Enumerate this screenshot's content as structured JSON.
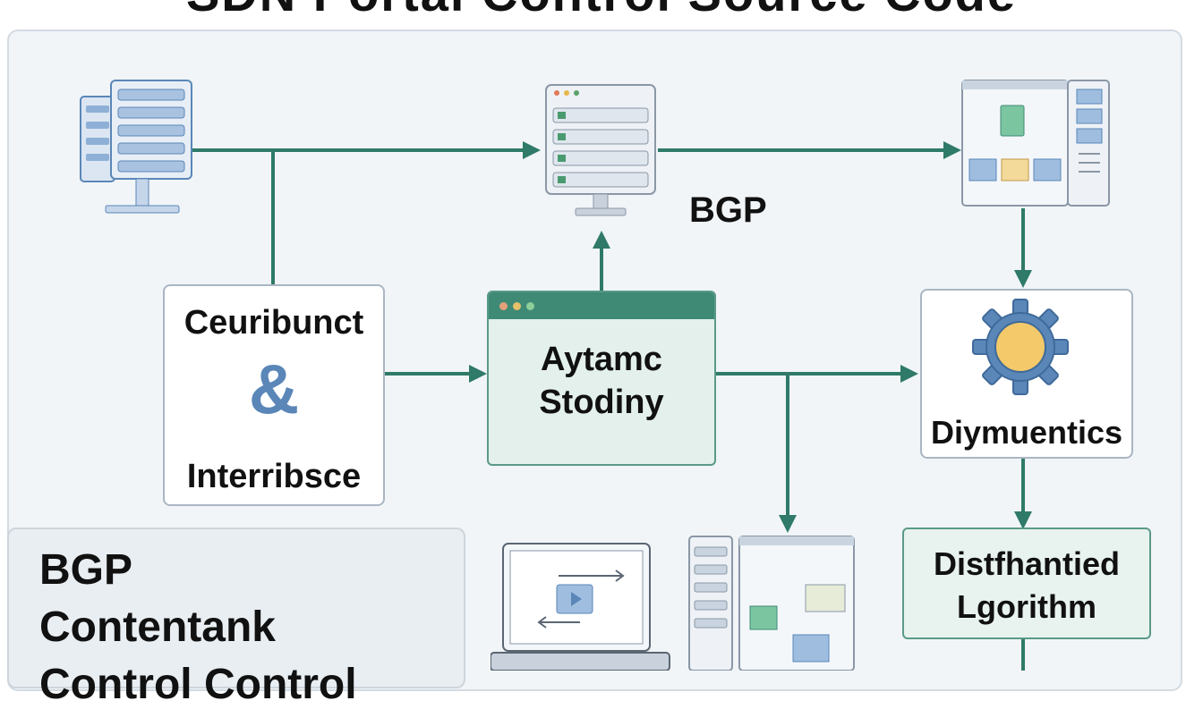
{
  "title": "SDN Portal Control Source Code",
  "nodes": {
    "left_box": {
      "line1": "Ceuribunct",
      "amp": "&",
      "line2": "Interribsce"
    },
    "center_box": {
      "line1": "Aytamc",
      "line2": "Stodiny"
    },
    "right_box": {
      "label": "Diymuentics"
    },
    "algo_box": {
      "line1": "Distfhantied",
      "line2": "Lgorithm"
    }
  },
  "labels": {
    "bgp_top": "BGP"
  },
  "info": {
    "line1": "BGP",
    "line2": "Contentank",
    "line3": "Control Control"
  },
  "colors": {
    "edge": "#2f7a68",
    "accent": "#3f8a75",
    "icon": "#5a86b8",
    "gear_center": "#f3c96a"
  },
  "icons": [
    "server-rack-icon",
    "server-monitor-icon",
    "dashboard-window-icon",
    "gear-icon",
    "laptop-video-icon",
    "server-dashboard-icon"
  ]
}
